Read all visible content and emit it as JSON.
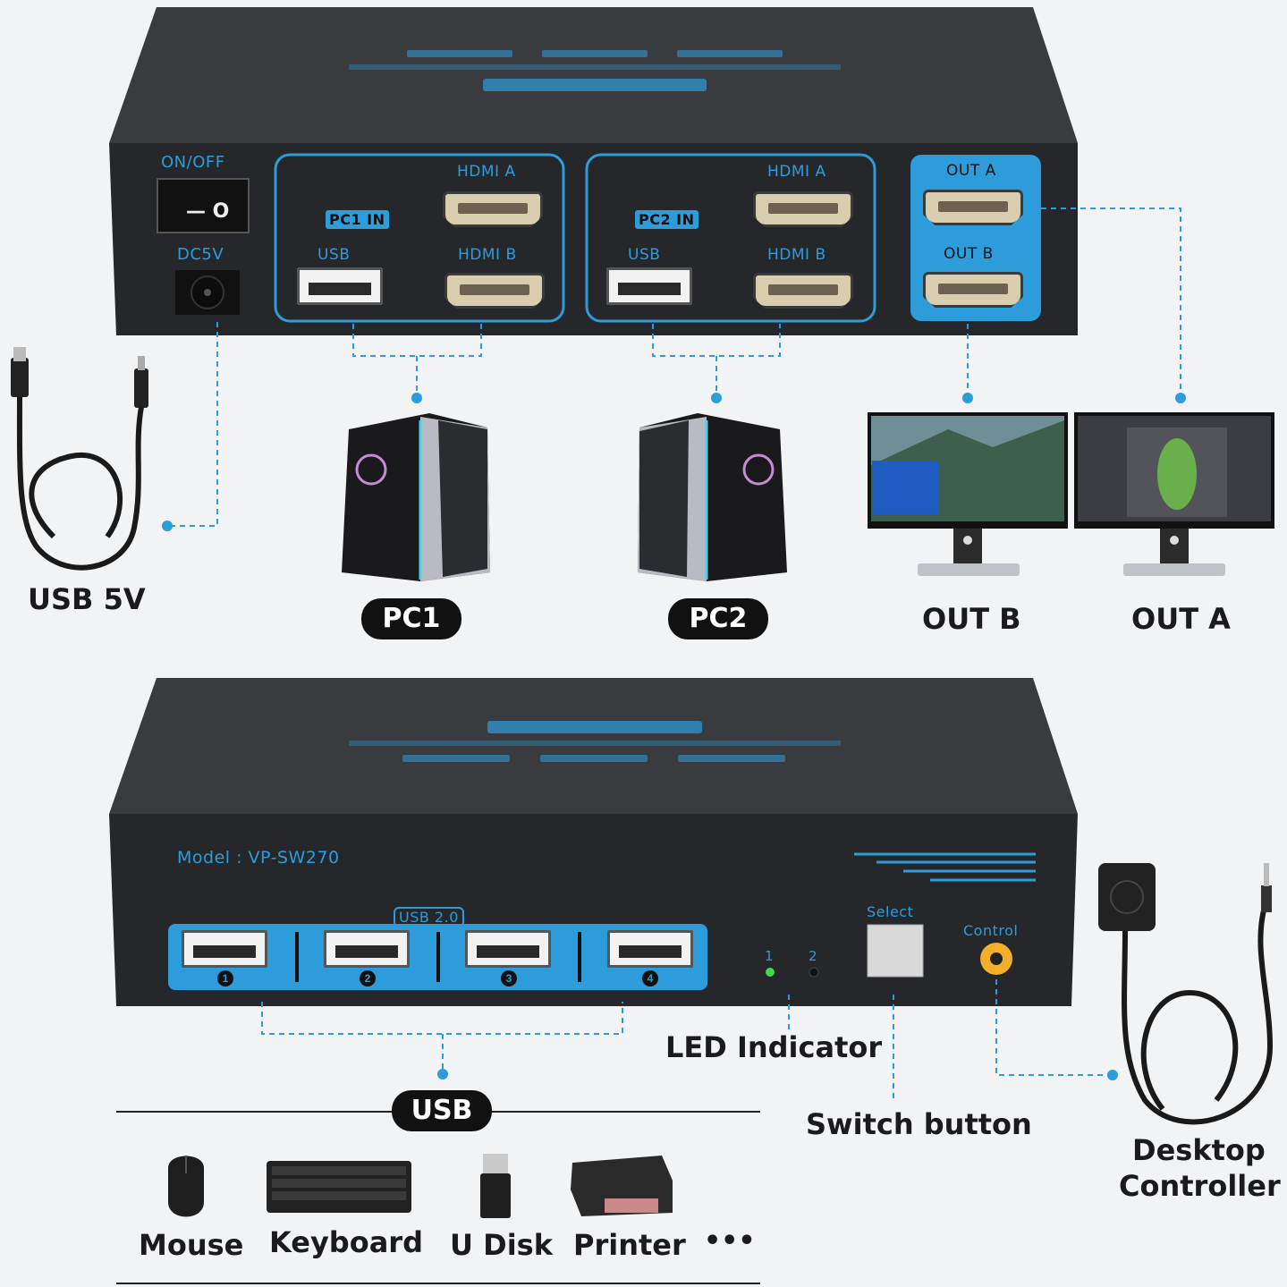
{
  "device_top": {
    "power_switch_label": "ON/OFF",
    "dc_label": "DC5V",
    "pc1_group": {
      "hdmi_a": "HDMI A",
      "in_label": "PC1 IN",
      "usb": "USB",
      "hdmi_b": "HDMI B"
    },
    "pc2_group": {
      "hdmi_a": "HDMI A",
      "in_label": "PC2 IN",
      "usb": "USB",
      "hdmi_b": "HDMI B"
    },
    "out_a": "OUT A",
    "out_b": "OUT B"
  },
  "device_bottom": {
    "model": "Model : VP-SW270",
    "usb_group_label": "USB 2.0",
    "usb_ports": [
      "1",
      "2",
      "3",
      "4"
    ],
    "led_labels": [
      "1",
      "2"
    ],
    "select_label": "Select",
    "control_label": "Control"
  },
  "labels": {
    "usb_5v": "USB 5V",
    "pc1": "PC1",
    "pc2": "PC2",
    "out_b": "OUT B",
    "out_a": "OUT A",
    "led_indicator": "LED Indicator",
    "switch_button": "Switch button",
    "desktop_controller_line1": "Desktop",
    "desktop_controller_line2": "Controller",
    "usb": "USB",
    "mouse": "Mouse",
    "keyboard": "Keyboard",
    "u_disk": "U Disk",
    "printer": "Printer",
    "more": "•••"
  },
  "colors": {
    "accent": "#2d9cdb",
    "panel": "#2b2c2f",
    "led_green": "#3ddc4a",
    "control_port": "#f2b02a"
  }
}
